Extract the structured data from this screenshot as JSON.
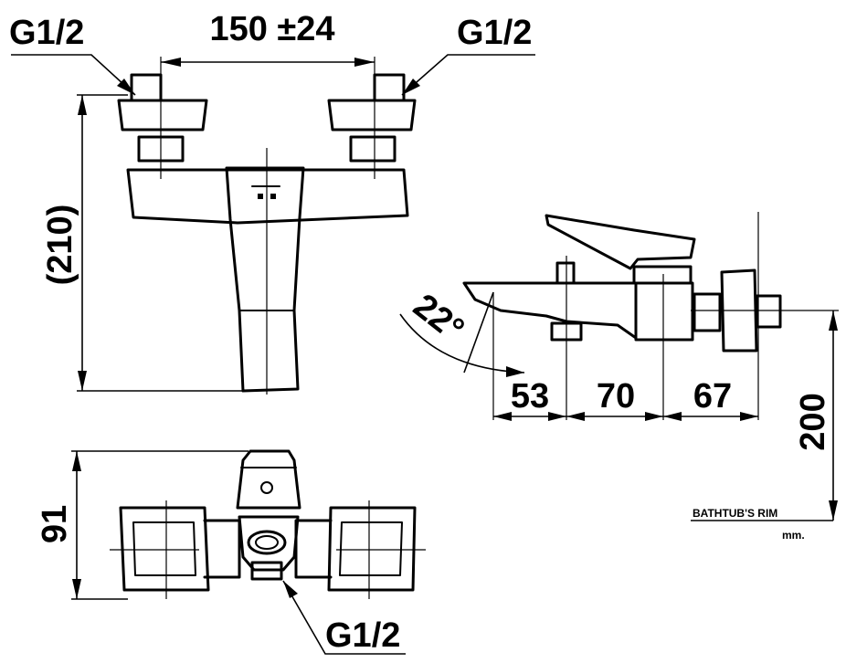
{
  "labels": {
    "thread_top_left": "G1/2",
    "thread_top_right": "G1/2",
    "thread_bottom": "G1/2",
    "inlet_spacing": "150 ±24",
    "height_front": "(210)",
    "depth_top": "91",
    "spout_angle": "22°",
    "dim_53": "53",
    "dim_70": "70",
    "dim_67": "67",
    "dim_200": "200",
    "rim_label": "BATHTUB'S RIM",
    "unit_label": "mm."
  }
}
